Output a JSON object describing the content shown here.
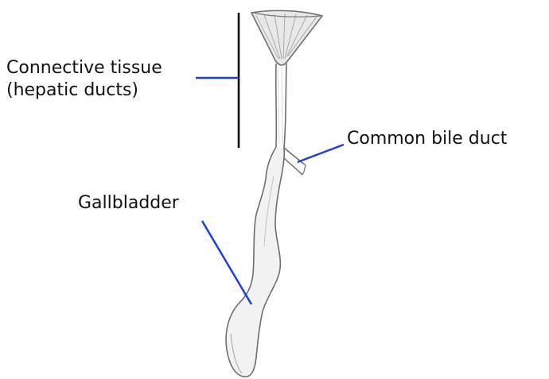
{
  "labels": {
    "connective_line1": "Connective tissue",
    "connective_line2": "(hepatic ducts)",
    "common_bile_duct": "Common bile duct",
    "gallbladder": "Gallbladder"
  },
  "colors": {
    "leader_line": "#1f3fd6",
    "bracket": "#000000",
    "sketch": "#6e6e6e",
    "sketch_fill": "#ececec",
    "text": "#111111"
  }
}
